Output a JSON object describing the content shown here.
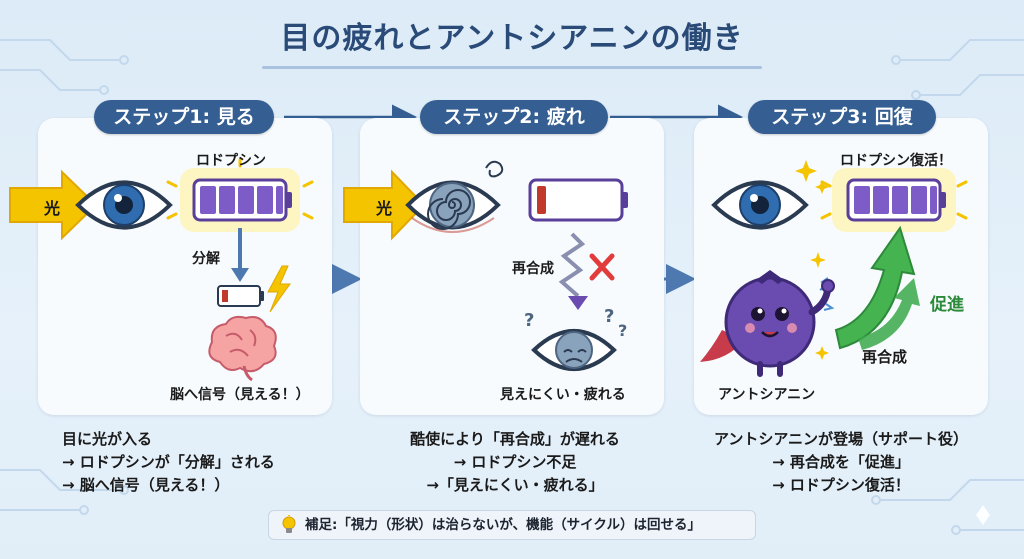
{
  "title": "目の疲れとアントシアニンの働き",
  "steps": [
    {
      "pill": "ステップ1: 見る",
      "light_label": "光",
      "rhodopsin_label": "ロドプシン",
      "arrow_label": "分解",
      "brain_label": "脳へ信号（見える！）",
      "caption": [
        "目に光が入る",
        "→ ロドプシンが「分解」される",
        "→ 脳へ信号（見える！）"
      ]
    },
    {
      "pill": "ステップ2: 疲れ",
      "light_label": "光",
      "resynth_label": "再合成",
      "tired_label": "見えにくい・疲れる",
      "caption": [
        "酷使により「再合成」が遅れる",
        "→ ロドプシン不足",
        "→「見えにくい・疲れる」"
      ]
    },
    {
      "pill": "ステップ3: 回復",
      "recover_label": "ロドプシン復活！",
      "promote_label": "促進",
      "resynth_label": "再合成",
      "character_label": "アントシアニン",
      "caption": [
        "アントシアニンが登場（サポート役）",
        "→ 再合成を「促進」",
        "→ ロドプシン復活！"
      ]
    }
  ],
  "note": "補足:「視力（形状）は治らないが、機能（サイクル）は回せる」",
  "colors": {
    "pill": "#355f92",
    "title": "#2a4a78",
    "battery_full": "#7d5cc7",
    "battery_low": "#c0392b",
    "light_arrow": "#f5c400",
    "promote_arrow": "#3aa84a",
    "eye_iris": "#2f6db0"
  }
}
